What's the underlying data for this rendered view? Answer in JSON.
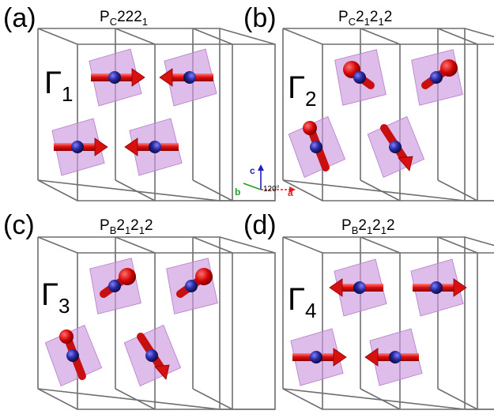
{
  "panels": [
    {
      "letter": "(a)",
      "group_main": "P",
      "group_sub_lattice": "C",
      "group_rest": "222",
      "group_screw": "1",
      "group_tail": "",
      "group_rest2": "",
      "group_screw2": "",
      "group_tail2": "",
      "irrep": "Γ",
      "irrep_index": "1"
    },
    {
      "letter": "(b)",
      "group_main": "P",
      "group_sub_lattice": "C",
      "group_rest": "2",
      "group_screw": "1",
      "group_tail": "2",
      "group_rest2": "",
      "group_screw2": "1",
      "group_tail2": "2",
      "irrep": "Γ",
      "irrep_index": "2"
    },
    {
      "letter": "(c)",
      "group_main": "P",
      "group_sub_lattice": "B",
      "group_rest": "2",
      "group_screw": "1",
      "group_tail": "2",
      "group_rest2": "",
      "group_screw2": "1",
      "group_tail2": "2",
      "irrep": "Γ",
      "irrep_index": "3"
    },
    {
      "letter": "(d)",
      "group_main": "P",
      "group_sub_lattice": "B",
      "group_rest": "2",
      "group_screw": "1",
      "group_tail": "2",
      "group_rest2": "",
      "group_screw2": "1",
      "group_tail2": "2",
      "irrep": "Γ",
      "irrep_index": "4"
    }
  ],
  "axes": {
    "c": "c",
    "b": "b",
    "a": "a",
    "angle": "120°"
  },
  "colors": {
    "arrow": "#e01010",
    "atom": "#3030a0",
    "plane": "#cc99e0",
    "edge": "#6e6e6e",
    "axis_c": "#2020c0",
    "axis_b": "#20a020",
    "axis_a": "#e02020"
  }
}
